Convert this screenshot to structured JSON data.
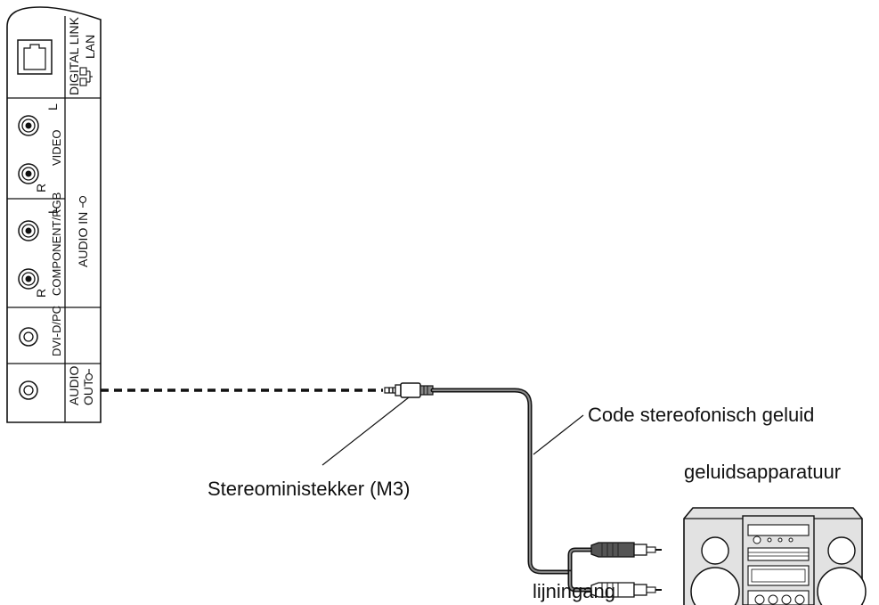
{
  "panel": {
    "digital_link": "DIGITAL LINK",
    "lan": "LAN",
    "video": "VIDEO",
    "component_rgb": "COMPONENT/RGB",
    "dvi_pc": "DVI-D/PC",
    "audio_in": "AUDIO IN",
    "audio_out_1": "AUDIO",
    "audio_out_2": "OUT",
    "left": "L",
    "right": "R"
  },
  "labels": {
    "cable": "Code stereofonisch geluid",
    "device": "geluidsapparatuur",
    "plug": "Stereoministekker (M3)",
    "line_in": "lijningang"
  }
}
